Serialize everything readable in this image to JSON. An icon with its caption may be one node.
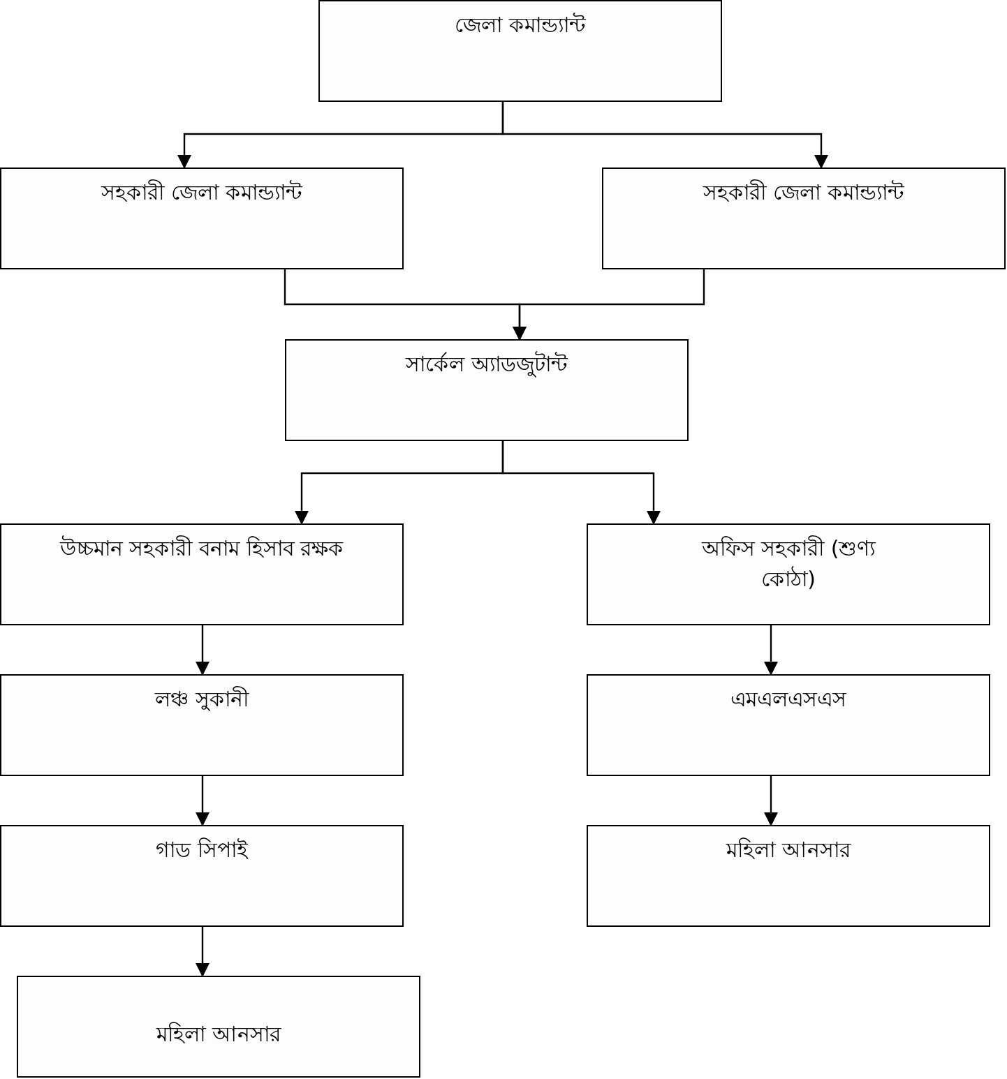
{
  "diagram": {
    "nodes": [
      {
        "text": [
          "জেলা কমান্ড্যান্ট"
        ]
      },
      {
        "text": [
          "সহকারী জেলা কমান্ড্যান্ট"
        ]
      },
      {
        "text": [
          "সহকারী জেলা কমান্ড্যান্ট"
        ]
      },
      {
        "text": [
          "সার্কেল অ্যাডজুটান্ট"
        ]
      },
      {
        "text": [
          "উচ্চমান সহকারী বনাম হিসাব রক্ষক"
        ]
      },
      {
        "text": [
          "অফিস সহকারী (শুণ্য কোঠা)"
        ]
      },
      {
        "text": [
          "লঞ্চ সুকানী"
        ]
      },
      {
        "text": [
          "এমএলএসএস"
        ]
      },
      {
        "text": [
          "গাড সিপাই"
        ]
      },
      {
        "text": [
          "মহিলা আনসার"
        ]
      },
      {
        "text": [
          "মহিলা আনসার"
        ]
      }
    ],
    "edges": [
      {
        "from": 0,
        "to": 1,
        "arrow": "to"
      },
      {
        "from": 0,
        "to": 2,
        "arrow": "to"
      },
      {
        "from": 1,
        "to": 3,
        "arrow": "to"
      },
      {
        "from": 2,
        "to": 3,
        "arrow": "to"
      },
      {
        "from": 3,
        "to": 4,
        "arrow": "to"
      },
      {
        "from": 3,
        "to": 5,
        "arrow": "to"
      },
      {
        "from": 4,
        "to": 6,
        "arrow": "to"
      },
      {
        "from": 5,
        "to": 7,
        "arrow": "to"
      },
      {
        "from": 6,
        "to": 8,
        "arrow": "to"
      },
      {
        "from": 7,
        "to": 9,
        "arrow": "to"
      },
      {
        "from": 8,
        "to": 10,
        "arrow": "to"
      }
    ]
  }
}
